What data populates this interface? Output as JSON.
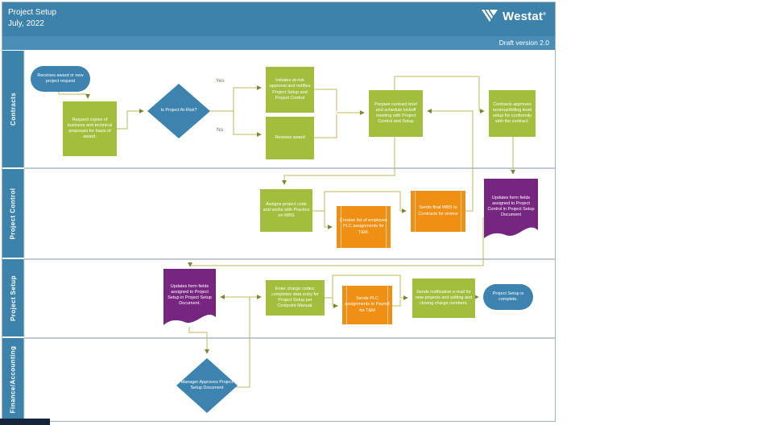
{
  "header": {
    "title": "Project Setup",
    "date": "July, 2022",
    "brand": "Westat",
    "brand_mark": "®",
    "version": "Draft version 2.0"
  },
  "lanes": [
    {
      "label": "Contracts"
    },
    {
      "label": "Project Control"
    },
    {
      "label": "Project Setup"
    },
    {
      "label": "Finance/Accounting"
    }
  ],
  "nodes": [
    {
      "id": "receives-award",
      "type": "start-terminator",
      "lane": "Contracts",
      "text": "Receives award or new project request"
    },
    {
      "id": "request-copies",
      "type": "process",
      "lane": "Contracts",
      "text": "Request copies of business and technical proposals for basis of award."
    },
    {
      "id": "is-project-at-risk",
      "type": "decision",
      "lane": "Contracts",
      "text": "Is Project At-Risk?"
    },
    {
      "id": "initiates-at-risk",
      "type": "process",
      "lane": "Contracts",
      "text": "Initiates at-risk approval and notifies Project Setup and Project Control"
    },
    {
      "id": "reviews-award",
      "type": "process",
      "lane": "Contracts",
      "text": "Reviews award"
    },
    {
      "id": "prepare-contract-brief",
      "type": "process",
      "lane": "Contracts",
      "text": "Prepare contract brief and schedule kickoff meeting with Project Control and Setup"
    },
    {
      "id": "contracts-approves",
      "type": "process",
      "lane": "Contracts",
      "text": "Contracts approves revenue/billing level setup for conformity with the contract."
    },
    {
      "id": "assigns-project-code",
      "type": "process",
      "lane": "Project Control",
      "text": "Assigns project code and works with Practice on WBS"
    },
    {
      "id": "creates-plc-list",
      "type": "subprocess",
      "lane": "Project Control",
      "text": "Creates list of employee PLC assignments for T&M."
    },
    {
      "id": "sends-final-wbs",
      "type": "subprocess",
      "lane": "Project Control",
      "text": "Sends final WBS to Contracts for review"
    },
    {
      "id": "updates-fields-control",
      "type": "document",
      "lane": "Project Control",
      "text": "Updates form fields assigned to Project Control in Project Setup Document"
    },
    {
      "id": "updates-fields-setup",
      "type": "document",
      "lane": "Project Setup",
      "text": "Updates form fields assigned to Project Setup in Project Setup Document."
    },
    {
      "id": "enter-charge-codes",
      "type": "process",
      "lane": "Project Setup",
      "text": "Enter charge codes; completes data entry for Project Setup per Costpoint Manual."
    },
    {
      "id": "sends-plc-payroll",
      "type": "subprocess",
      "lane": "Project Setup",
      "text": "Sends PLC assignments to Payroll for T&M"
    },
    {
      "id": "sends-notification",
      "type": "process",
      "lane": "Project Setup",
      "text": "Sends notification e-mail for new projects and adding and closing charge numbers."
    },
    {
      "id": "setup-complete",
      "type": "end-terminator",
      "lane": "Project Setup",
      "text": "Project Setup is complete."
    },
    {
      "id": "manager-approves",
      "type": "decision",
      "lane": "Finance/Accounting",
      "text": "Manager Approves Project Setup Document"
    }
  ],
  "edge_labels": {
    "yes": "Yes",
    "no": "No"
  },
  "colors": {
    "header": "#3c82ab",
    "version_band": "#4a8db6",
    "process": "#a3be3c",
    "subprocess": "#ef8f14",
    "document": "#762580",
    "decision": "#3d83b0",
    "terminator": "#3d83b0",
    "connector": "#c3ba59",
    "arrowhead": "#77882f"
  }
}
